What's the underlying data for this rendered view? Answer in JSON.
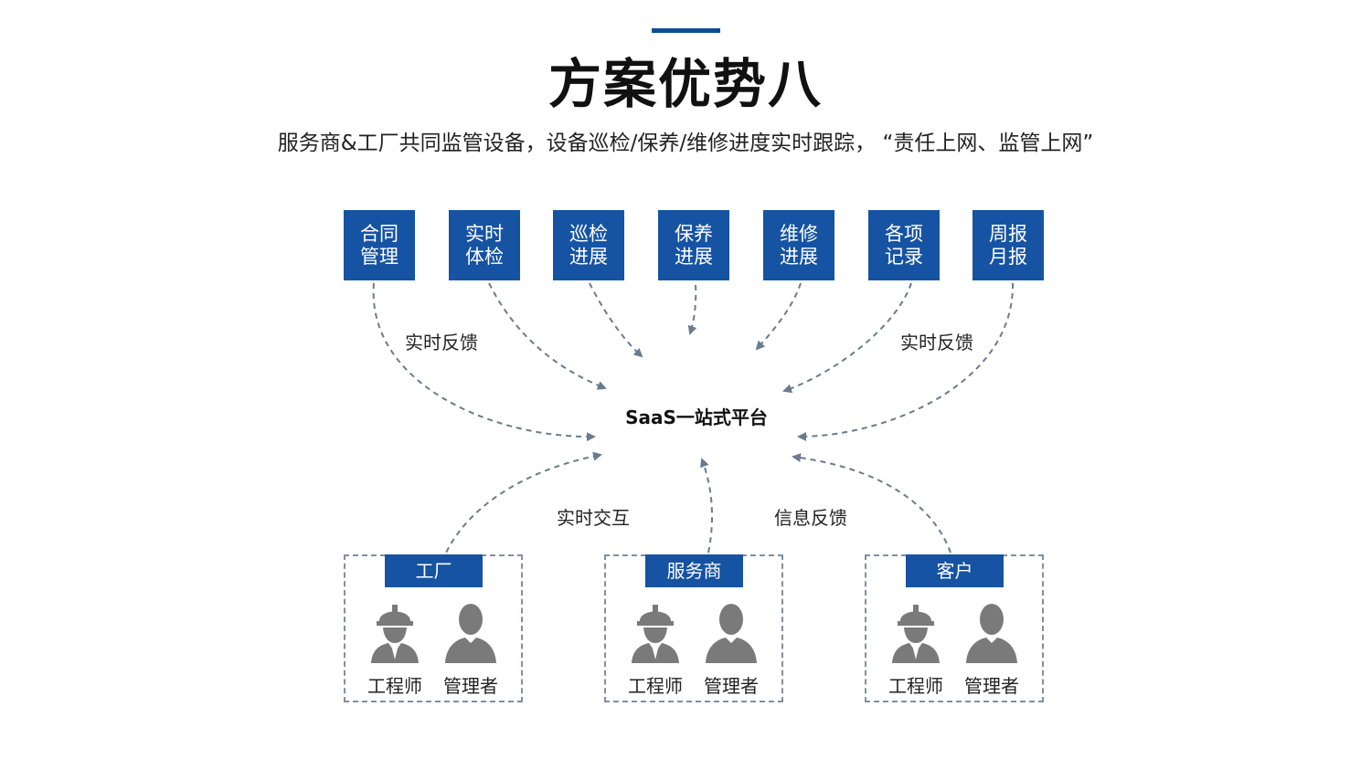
{
  "title": "方案优势八",
  "subtitle": "服务商&工厂共同监管设备，设备巡检/保养/维修进度实时跟踪，  “责任上网、监管上网”",
  "accent_color": "#1653a3",
  "features": [
    {
      "label": "合同\n管理"
    },
    {
      "label": "实时\n体检"
    },
    {
      "label": "巡检\n进展"
    },
    {
      "label": "保养\n进展"
    },
    {
      "label": "维修\n进展"
    },
    {
      "label": "各项\n记录"
    },
    {
      "label": "周报\n月报"
    }
  ],
  "hub": {
    "label": "SaaS一站式平台"
  },
  "edge_labels": {
    "left_feedback": "实时反馈",
    "right_feedback": "实时反馈",
    "interaction": "实时交互",
    "info_feedback": "信息反馈"
  },
  "groups": [
    {
      "title": "工厂",
      "roles": [
        "工程师",
        "管理者"
      ]
    },
    {
      "title": "服务商",
      "roles": [
        "工程师",
        "管理者"
      ]
    },
    {
      "title": "客户",
      "roles": [
        "工程师",
        "管理者"
      ]
    }
  ],
  "icons": {
    "engineer": "engineer-helmet-icon",
    "manager": "manager-person-icon"
  }
}
